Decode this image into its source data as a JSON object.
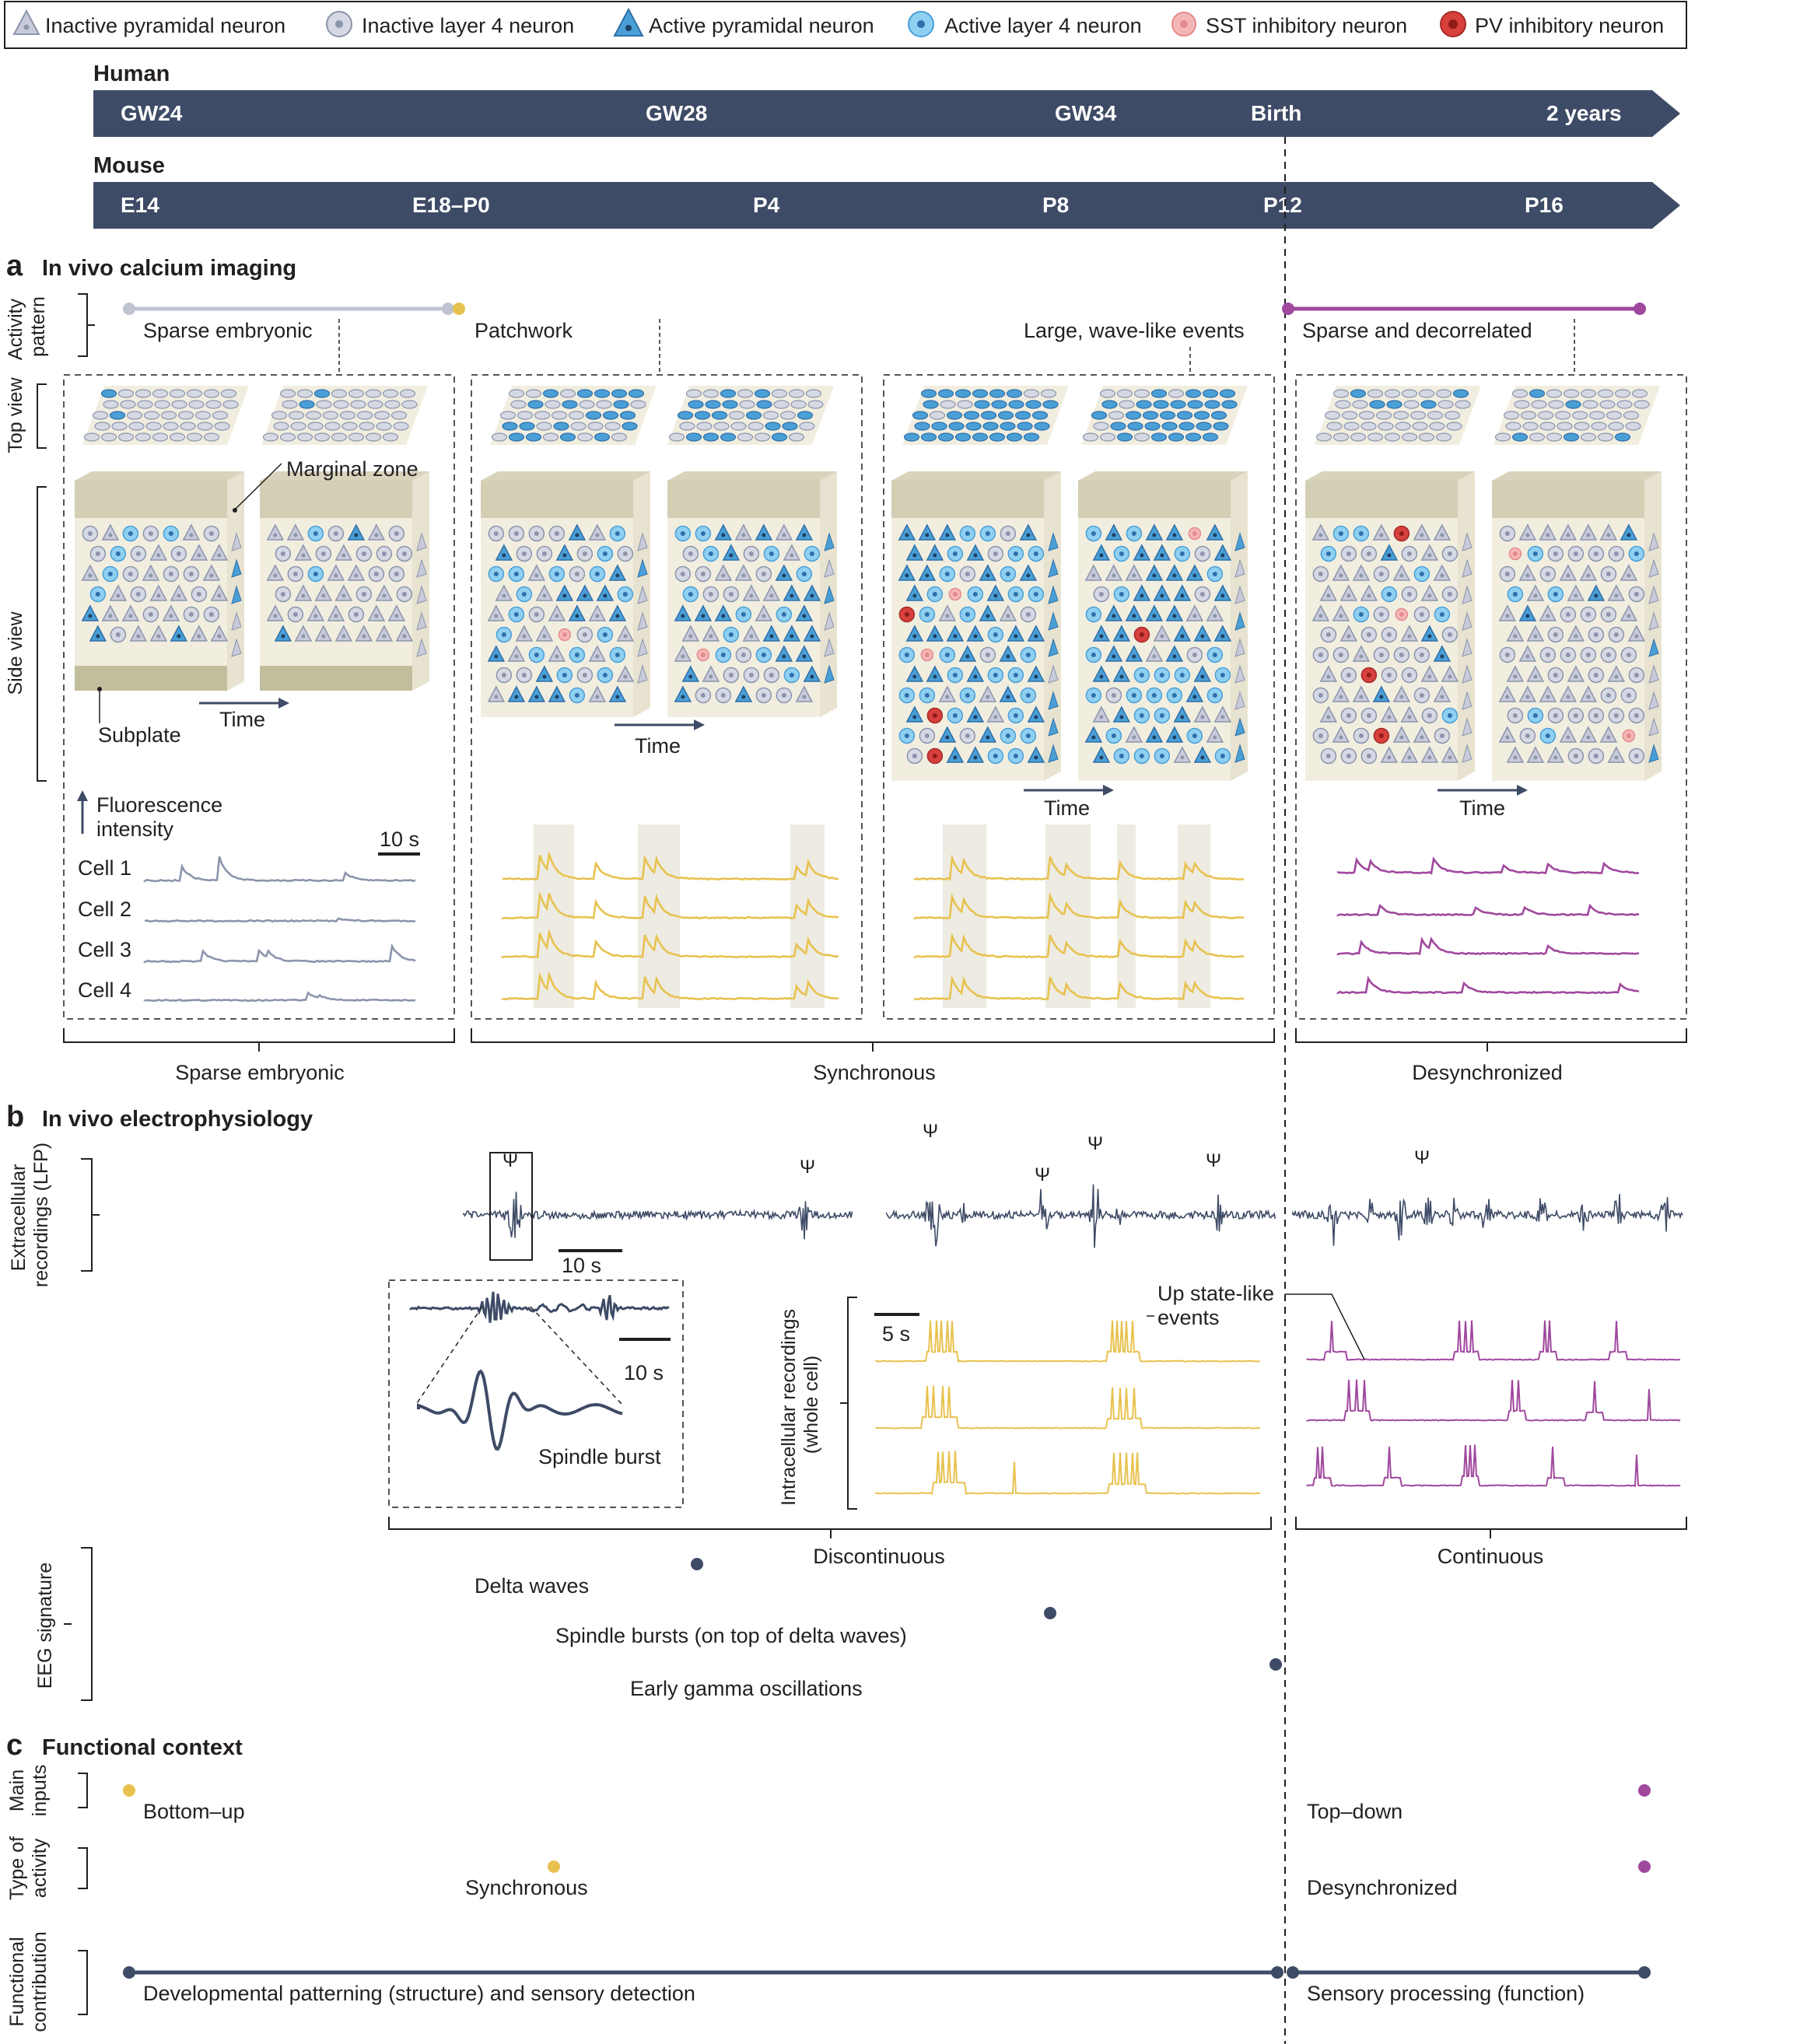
{
  "legend": {
    "items": [
      {
        "label": "Inactive pyramidal neuron",
        "icon": "inactive-pyramidal-icon",
        "color": "#c9cbdb"
      },
      {
        "label": "Inactive layer 4 neuron",
        "icon": "inactive-layer4-icon",
        "color": "#c9cbdb"
      },
      {
        "label": "Active pyramidal neuron",
        "icon": "active-pyramidal-icon",
        "color": "#4a9fd6"
      },
      {
        "label": "Active layer 4 neuron",
        "icon": "active-layer4-icon",
        "color": "#8fd0f2"
      },
      {
        "label": "SST inhibitory neuron",
        "icon": "sst-neuron-icon",
        "color": "#f4b7b7"
      },
      {
        "label": "PV inhibitory neuron",
        "icon": "pv-neuron-icon",
        "color": "#d7403c"
      }
    ]
  },
  "timeline": {
    "human_label": "Human",
    "human_ticks": [
      "GW24",
      "GW28",
      "GW34",
      "Birth",
      "2 years"
    ],
    "mouse_label": "Mouse",
    "mouse_ticks": [
      "E14",
      "E18–P0",
      "P4",
      "P8",
      "P12",
      "P16"
    ]
  },
  "panel_a": {
    "letter": "a",
    "title": "In vivo calcium imaging",
    "activity_axis": "Activity\npattern",
    "topview_axis": "Top view",
    "sideview_axis": "Side view",
    "patterns": [
      "Sparse embryonic",
      "Patchwork",
      "Large, wave-like events",
      "Sparse and decorrelated"
    ],
    "marginal_zone": "Marginal zone",
    "subplate": "Subplate",
    "time": "Time",
    "fluorescence": "Fluorescence\nintensity",
    "scale": "10 s",
    "cells": [
      "Cell 1",
      "Cell 2",
      "Cell 3",
      "Cell 4"
    ],
    "groups": [
      "Sparse embryonic",
      "Synchronous",
      "Desynchronized"
    ]
  },
  "panel_b": {
    "letter": "b",
    "title": "In vivo electrophysiology",
    "lfp_axis": "Extracellular\nrecordings (LFP)",
    "scale_10s": "10 s",
    "spindle": "Spindle burst",
    "intra_axis": "Intracellular recordings\n(whole cell)",
    "scale_5s": "5 s",
    "upstate": "Up state-like\nevents",
    "discontinuous": "Discontinuous",
    "continuous": "Continuous",
    "psi": "Ψ",
    "eeg_axis": "EEG signature",
    "eeg": [
      "Delta waves",
      "Spindle bursts (on top of delta waves)",
      "Early gamma oscillations"
    ]
  },
  "panel_c": {
    "letter": "c",
    "title": "Functional context",
    "rows": [
      {
        "axis": "Main\ninputs",
        "left": "Bottom–up",
        "right": "Top–down"
      },
      {
        "axis": "Type of\nactivity",
        "left": "Synchronous",
        "right": "Desynchronized"
      },
      {
        "axis": "Functional\ncontribution",
        "left": "Developmental patterning (structure) and sensory detection",
        "right": "Sensory processing (function)"
      }
    ]
  },
  "colors": {
    "navy": "#3e4b66",
    "gold": "#e8c24f",
    "purple": "#a0489e",
    "grey": "#8b95ab",
    "blue": "#4a9fd6",
    "light_blue": "#8fd0f2",
    "beige": "#f1eee0"
  }
}
